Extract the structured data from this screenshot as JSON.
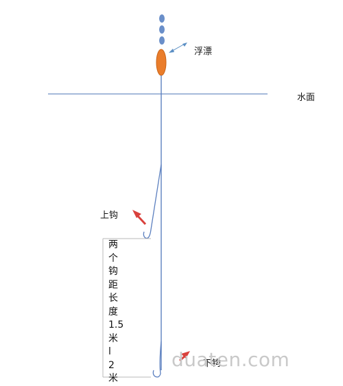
{
  "labels": {
    "float": "浮漂",
    "water_surface": "水面",
    "upper_hook": "上钩",
    "lower_hook": "下钩"
  },
  "distance_note": [
    "两",
    "个",
    "钩",
    "距",
    "长",
    "度",
    "1.5",
    "米",
    "l",
    "2",
    "米"
  ],
  "watermark": "duaten.com",
  "colors": {
    "line": "#5b7fbf",
    "water": "#6d8fc4",
    "float_body": "#ea7d2b",
    "float_beads": "#6a8fc9",
    "arrow_red": "#d9413c",
    "label_text": "#111111",
    "watermark": "#c9c9c9"
  }
}
